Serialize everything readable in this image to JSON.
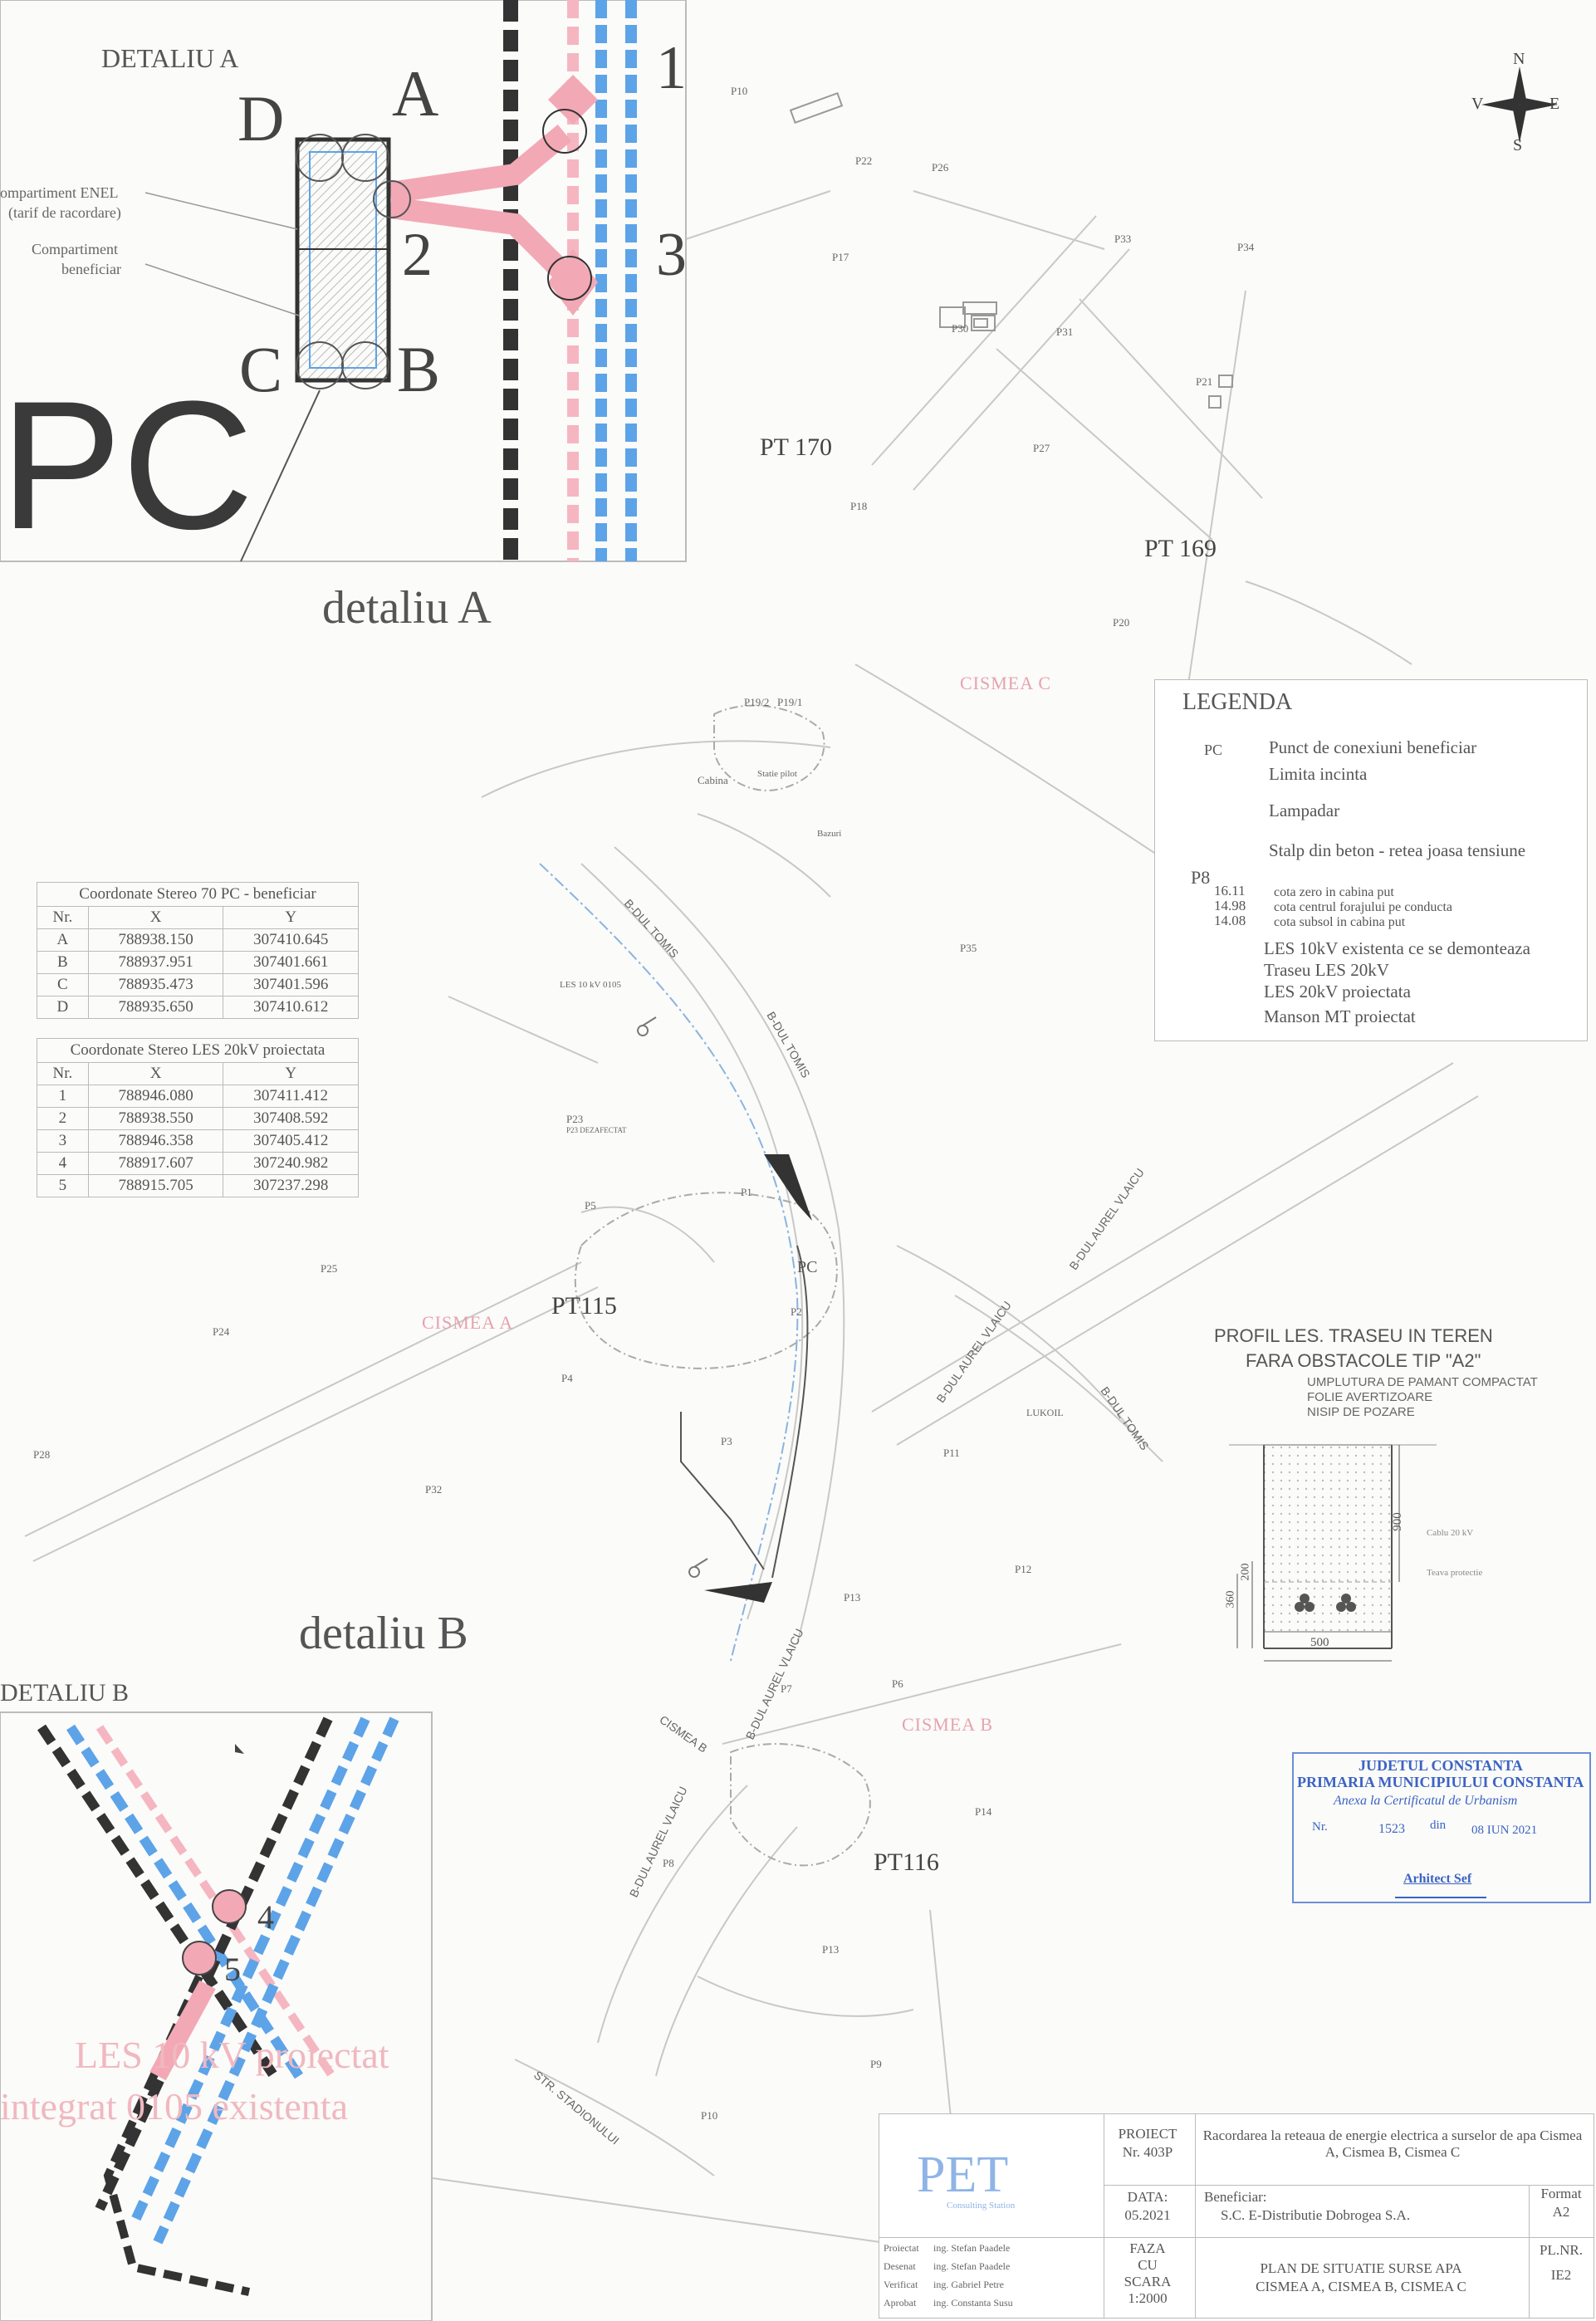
{
  "detail_a": {
    "title": "DETALIU A",
    "corners": [
      "A",
      "B",
      "C",
      "D"
    ],
    "points": [
      "1",
      "2",
      "3"
    ],
    "label_enel": "ompartiment ENEL",
    "label_enel_2": "(tarif de racordare)",
    "label_ben": "Compartiment",
    "label_ben_2": "beneficiar",
    "big_label": "PC"
  },
  "detail_b": {
    "title": "DETALIU B",
    "points": [
      "4",
      "5"
    ],
    "note_line1": "LES 10 kV proiectat",
    "note_line2": "integrat 0105 existenta"
  },
  "map": {
    "detail_a_caption": "detaliu A",
    "detail_b_caption": "detaliu B",
    "pt_labels": [
      "PT 170",
      "PT 169",
      "PT115",
      "PT116"
    ],
    "zones": [
      "CISMEA C",
      "CISMEA A",
      "CISMEA B"
    ],
    "roads": [
      "B-DUL TOMIS",
      "B-DUL TOMIS",
      "B-DUL AUREL VLAICU",
      "B-DUL AUREL VLAICU",
      "B-DUL TOMIS",
      "B-DUL AUREL VLAICU",
      "B-DUL AUREL VLAICU",
      "STR. STADIONULUI",
      "CISMEA B"
    ],
    "points": [
      "P10",
      "P22",
      "P26",
      "P17",
      "P33",
      "P34",
      "P30",
      "P31",
      "P21",
      "P27",
      "P18",
      "P20",
      "P19/2",
      "P19/1",
      "P35",
      "P23",
      "P1",
      "P5",
      "P2",
      "P25",
      "P24",
      "P4",
      "P3",
      "P28",
      "P32",
      "P11",
      "P12",
      "P13",
      "P7",
      "P6",
      "P14",
      "P8",
      "P9",
      "P10",
      "P13"
    ],
    "pc_label": "PC",
    "misc": [
      "Cabina",
      "Statie pilot",
      "Bazuri",
      "LES 10 kV 0105",
      "P23 DEZAFECTAT",
      "LUKOIL"
    ],
    "north": "N",
    "south": "S",
    "east": "E",
    "west": "V"
  },
  "coords_pc": {
    "title": "Coordonate Stereo 70 PC - beneficiar",
    "headers": [
      "Nr.",
      "X",
      "Y"
    ],
    "rows": [
      [
        "A",
        "788938.150",
        "307410.645"
      ],
      [
        "B",
        "788937.951",
        "307401.661"
      ],
      [
        "C",
        "788935.473",
        "307401.596"
      ],
      [
        "D",
        "788935.650",
        "307410.612"
      ]
    ]
  },
  "coords_les": {
    "title": "Coordonate Stereo LES 20kV proiectata",
    "headers": [
      "Nr.",
      "X",
      "Y"
    ],
    "rows": [
      [
        "1",
        "788946.080",
        "307411.412"
      ],
      [
        "2",
        "788938.550",
        "307408.592"
      ],
      [
        "3",
        "788946.358",
        "307405.412"
      ],
      [
        "4",
        "788917.607",
        "307240.982"
      ],
      [
        "5",
        "788915.705",
        "307237.298"
      ]
    ]
  },
  "legend": {
    "title": "LEGENDA",
    "items": [
      "Punct de conexiuni beneficiar",
      "Limita incinta",
      "Lampadar",
      "Stalp din beton - retea joasa tensiune",
      "cota zero in cabina put",
      "cota centrul forajului pe conducta",
      "cota subsol in cabina put",
      "LES 10kV existenta ce se demonteaza",
      "Traseu LES 20kV",
      "LES 20kV proiectata",
      "Manson MT proiectat"
    ],
    "pc_box": "PC",
    "p8_label": "P8",
    "p8_values": [
      "16.11",
      "14.98",
      "14.08"
    ]
  },
  "profile": {
    "title1": "PROFIL LES. TRASEU IN TEREN",
    "title2": "FARA OBSTACOLE   TIP \"A2\"",
    "layers": [
      "UMPLUTURA DE PAMANT COMPACTAT",
      "FOLIE AVERTIZOARE",
      "NISIP DE POZARE"
    ],
    "dim_width": "500",
    "dim_depth": "900",
    "dim_a": "360",
    "dim_b": "200",
    "note1": "Cablu 20 kV",
    "note2": "Teava protectie"
  },
  "stamp": {
    "line1": "JUDETUL CONSTANTA",
    "line2": "PRIMARIA MUNICIPIULUI CONSTANTA",
    "line3": "Anexa la Certificatul de Urbanism",
    "nr_label": "Nr.",
    "nr_value": "1523",
    "din_label": "din",
    "date_value": "08 IUN 2021",
    "sign": "Arhitect Sef"
  },
  "title_block": {
    "logo": "PET",
    "logo_sub": "Consulting Station",
    "proiect_label": "PROIECT",
    "proiect_nr": "Nr. 403P",
    "proiect_desc": "Racordarea la reteaua de energie electrica a surselor de apa Cismea A, Cismea B, Cismea C",
    "data_label": "DATA:",
    "data_value": "05.2021",
    "beneficiar_label": "Beneficiar:",
    "beneficiar_value": "S.C. E-Distributie Dobrogea S.A.",
    "format_label": "Format",
    "format_value": "A2",
    "faza_label": "FAZA",
    "faza_value": "CU",
    "scara_label": "SCARA",
    "scara_value": "1:2000",
    "plan_title": "PLAN DE SITUATIE SURSE APA",
    "plan_sub": "CISMEA A, CISMEA B, CISMEA C",
    "plnr_label": "PL.NR.",
    "plnr_value": "IE2",
    "roles": [
      [
        "Proiectat",
        "ing. Stefan Paadele"
      ],
      [
        "Desenat",
        "ing. Stefan Paadele"
      ],
      [
        "Verificat",
        "ing. Gabriel Petre"
      ],
      [
        "Aprobat",
        "ing. Constanta Susu"
      ]
    ]
  }
}
